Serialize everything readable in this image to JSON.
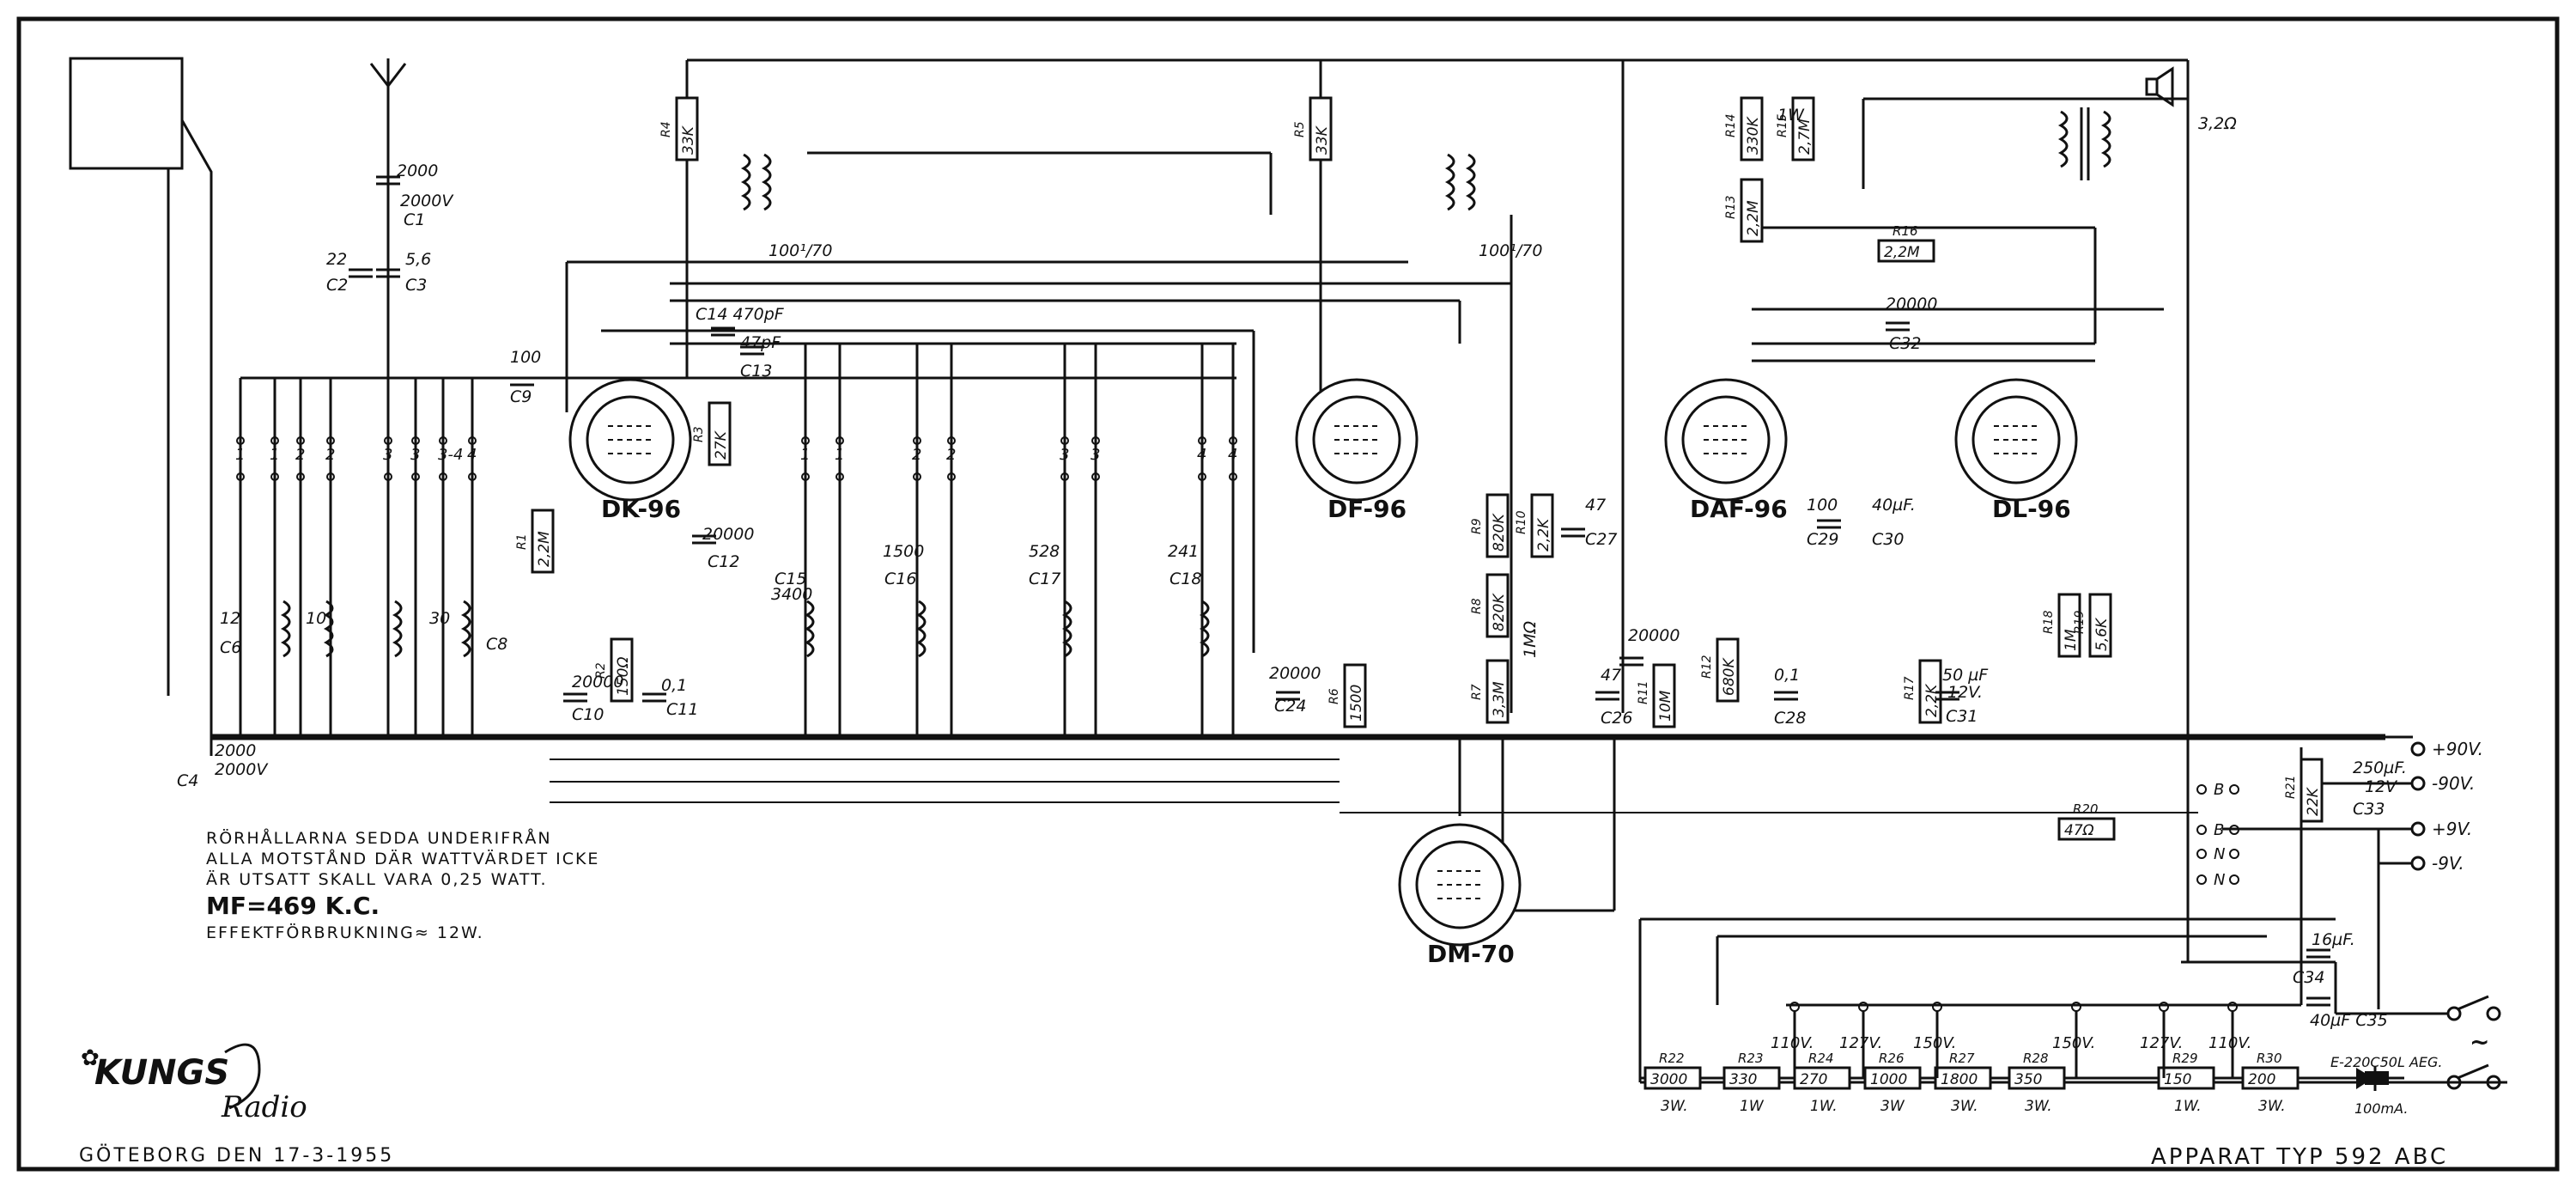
{
  "tubes": [
    {
      "id": "dk96",
      "label": "DK-96"
    },
    {
      "id": "df96",
      "label": "DF-96"
    },
    {
      "id": "daf96",
      "label": "DAF-96"
    },
    {
      "id": "dl96",
      "label": "DL-96"
    },
    {
      "id": "dm70",
      "label": "DM-70"
    }
  ],
  "resistors": [
    {
      "id": "r4",
      "value": "33K",
      "ref": "R4"
    },
    {
      "id": "r5",
      "value": "33K",
      "ref": "R5"
    },
    {
      "id": "r3",
      "value": "27K",
      "ref": "R3"
    },
    {
      "id": "r1",
      "value": "2,2M",
      "ref": "R1"
    },
    {
      "id": "r2",
      "value": "150Ω",
      "ref": "R2"
    },
    {
      "id": "r6",
      "value": "1500",
      "ref": "R6"
    },
    {
      "id": "r9",
      "value": "820K",
      "ref": "R9"
    },
    {
      "id": "r8",
      "value": "820K",
      "ref": "R8"
    },
    {
      "id": "r7",
      "value": "3,3M",
      "ref": "R7"
    },
    {
      "id": "r10",
      "value": "2,2K",
      "ref": "R10"
    },
    {
      "id": "r11",
      "value": "10M",
      "ref": "R11"
    },
    {
      "id": "r12",
      "value": "680K",
      "ref": "R12"
    },
    {
      "id": "r14",
      "value": "330K",
      "ref": "R14"
    },
    {
      "id": "r15",
      "value": "2,7M",
      "ref": "R15"
    },
    {
      "id": "r13",
      "value": "2,2M",
      "ref": "R13"
    },
    {
      "id": "r16",
      "value": "2,2M",
      "ref": "R16"
    },
    {
      "id": "r17",
      "value": "2,2K",
      "ref": "R17"
    },
    {
      "id": "r18",
      "value": "1M",
      "ref": "R18"
    },
    {
      "id": "r19",
      "value": "5,6K",
      "ref": "R19"
    },
    {
      "id": "r20",
      "value": "47Ω",
      "ref": "R20"
    },
    {
      "id": "r21",
      "value": "22K",
      "ref": "R21"
    },
    {
      "id": "r22",
      "value": "3000",
      "ref": "R22",
      "watt": "3W."
    },
    {
      "id": "r23",
      "value": "330",
      "ref": "R23",
      "watt": "1W"
    },
    {
      "id": "r24",
      "value": "270",
      "ref": "R24",
      "watt": "1W."
    },
    {
      "id": "r26",
      "value": "1000",
      "ref": "R26",
      "watt": "3W"
    },
    {
      "id": "r27",
      "value": "1800",
      "ref": "R27",
      "watt": "3W."
    },
    {
      "id": "r28",
      "value": "350",
      "ref": "R28",
      "watt": "3W."
    },
    {
      "id": "r29",
      "value": "150",
      "ref": "R29",
      "watt": "1W."
    },
    {
      "id": "r30",
      "value": "200",
      "ref": "R30",
      "watt": "3W."
    }
  ],
  "capacitor_labels": [
    {
      "id": "c1",
      "text": "2000"
    },
    {
      "id": "c1v",
      "text": "2000V"
    },
    {
      "id": "c1ref",
      "text": "C1"
    },
    {
      "id": "c2",
      "text": "22"
    },
    {
      "id": "c2ref",
      "text": "C2"
    },
    {
      "id": "c3",
      "text": "5,6"
    },
    {
      "id": "c3ref",
      "text": "C3"
    },
    {
      "id": "c4a",
      "text": "2000"
    },
    {
      "id": "c4b",
      "text": "2000V"
    },
    {
      "id": "c4ref",
      "text": "C4"
    },
    {
      "id": "c9",
      "text": "100"
    },
    {
      "id": "c9ref",
      "text": "C9"
    },
    {
      "id": "c14",
      "text": "C14  470pF"
    },
    {
      "id": "c13",
      "text": "47pF"
    },
    {
      "id": "c13ref",
      "text": "C13"
    },
    {
      "id": "c12",
      "text": "20000"
    },
    {
      "id": "c12ref",
      "text": "C12"
    },
    {
      "id": "c10",
      "text": "20000"
    },
    {
      "id": "c10ref",
      "text": "C10"
    },
    {
      "id": "c11",
      "text": "0,1"
    },
    {
      "id": "c11ref",
      "text": "C11"
    },
    {
      "id": "c15",
      "text": "3400"
    },
    {
      "id": "c15ref",
      "text": "C15"
    },
    {
      "id": "c16",
      "text": "1500"
    },
    {
      "id": "c16ref",
      "text": "C16"
    },
    {
      "id": "c17",
      "text": "528"
    },
    {
      "id": "c17ref",
      "text": "C17"
    },
    {
      "id": "c18",
      "text": "241"
    },
    {
      "id": "c18ref",
      "text": "C18"
    },
    {
      "id": "c6",
      "text": "12"
    },
    {
      "id": "c6ref",
      "text": "C6"
    },
    {
      "id": "c7",
      "text": "10"
    },
    {
      "id": "c8",
      "text": "30"
    },
    {
      "id": "c8ref",
      "text": "C8"
    },
    {
      "id": "c24",
      "text": "20000"
    },
    {
      "id": "c24ref",
      "text": "C24"
    },
    {
      "id": "c27",
      "text": "47"
    },
    {
      "id": "c27ref",
      "text": "C27"
    },
    {
      "id": "c26",
      "text": "47"
    },
    {
      "id": "c26ref",
      "text": "C26"
    },
    {
      "id": "c25",
      "text": "20000"
    },
    {
      "id": "c28",
      "text": "0,1"
    },
    {
      "id": "c28ref",
      "text": "C28"
    },
    {
      "id": "c29",
      "text": "100"
    },
    {
      "id": "c29ref",
      "text": "C29"
    },
    {
      "id": "c30",
      "text": "40µF."
    },
    {
      "id": "c30ref",
      "text": "C30"
    },
    {
      "id": "c32",
      "text": "20000"
    },
    {
      "id": "c32ref",
      "text": "C32"
    },
    {
      "id": "c31",
      "text": "50 µF"
    },
    {
      "id": "c31v",
      "text": "12V."
    },
    {
      "id": "c31ref",
      "text": "C31"
    },
    {
      "id": "c33",
      "text": "250µF."
    },
    {
      "id": "c33v",
      "text": "12V"
    },
    {
      "id": "c33ref",
      "text": "C33"
    },
    {
      "id": "c34",
      "text": "16µF."
    },
    {
      "id": "c34ref",
      "text": "C34"
    },
    {
      "id": "c35",
      "text": "40µF C35"
    }
  ],
  "misc_labels": [
    {
      "id": "if1",
      "text": "100¹/70"
    },
    {
      "id": "if2",
      "text": "100¹/70"
    },
    {
      "id": "speaker",
      "text": "3,2Ω"
    },
    {
      "id": "pot",
      "text": "1MΩ"
    },
    {
      "id": "r14w",
      "text": "1W"
    }
  ],
  "band_labels": [
    "1",
    "1",
    "2",
    "2",
    "3",
    "3",
    "3-4",
    "4",
    "1",
    "1",
    "2",
    "2",
    "3",
    "3",
    "4",
    "4"
  ],
  "voltages": [
    "+90V.",
    "-90V.",
    "+9V.",
    "-9V."
  ],
  "switch_letters": [
    "B",
    "B",
    "N",
    "N"
  ],
  "mains_taps": [
    "110V.",
    "127V.",
    "150V.",
    "150V.",
    "127V.",
    "110V."
  ],
  "rectifier_label": "E-220C50L AEG.",
  "rectifier_current": "100mA.",
  "ac_symbol": "~",
  "notes": {
    "line1": "RÖRHÅLLARNA  SEDDA  UNDERIFRÅN",
    "line2": "ALLA MOTSTÅND DÄR WATTVÄRDET ICKE",
    "line3": "ÄR UTSATT SKALL VARA 0,25 WATT.",
    "mf": "MF=469 K.C.",
    "power": "EFFEKTFÖRBRUKNING≈ 12W."
  },
  "brand": {
    "name": "KUNGS",
    "suffix": "Radio"
  },
  "footer": {
    "place_date": "GÖTEBORG    DEN  17-3-1955",
    "model": "APPARAT TYP  592 ABC"
  }
}
